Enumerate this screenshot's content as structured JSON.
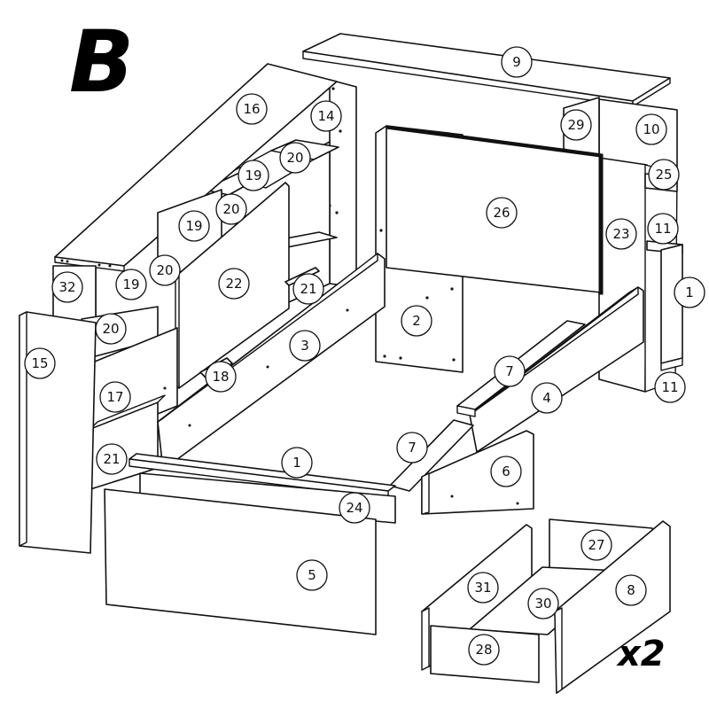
{
  "section_letter": "B",
  "quantity_label": "x2",
  "callouts": {
    "p1": "1",
    "p2": "2",
    "p3": "3",
    "p4": "4",
    "p5": "5",
    "p6": "6",
    "p7a": "7",
    "p7b": "7",
    "p8": "8",
    "p9": "9",
    "p10": "10",
    "p11a": "11",
    "p11b": "11",
    "p12": "1",
    "p14": "14",
    "p15": "15",
    "p16": "16",
    "p17": "17",
    "p18": "18",
    "p19a": "19",
    "p19b": "19",
    "p19c": "19",
    "p20a": "20",
    "p20b": "20",
    "p20c": "20",
    "p20d": "20",
    "p21a": "21",
    "p21b": "21",
    "p22": "22",
    "p23": "23",
    "p24": "24",
    "p25": "25",
    "p26": "26",
    "p27": "27",
    "p28": "28",
    "p29": "29",
    "p30": "30",
    "p31": "31",
    "p32": "32"
  }
}
